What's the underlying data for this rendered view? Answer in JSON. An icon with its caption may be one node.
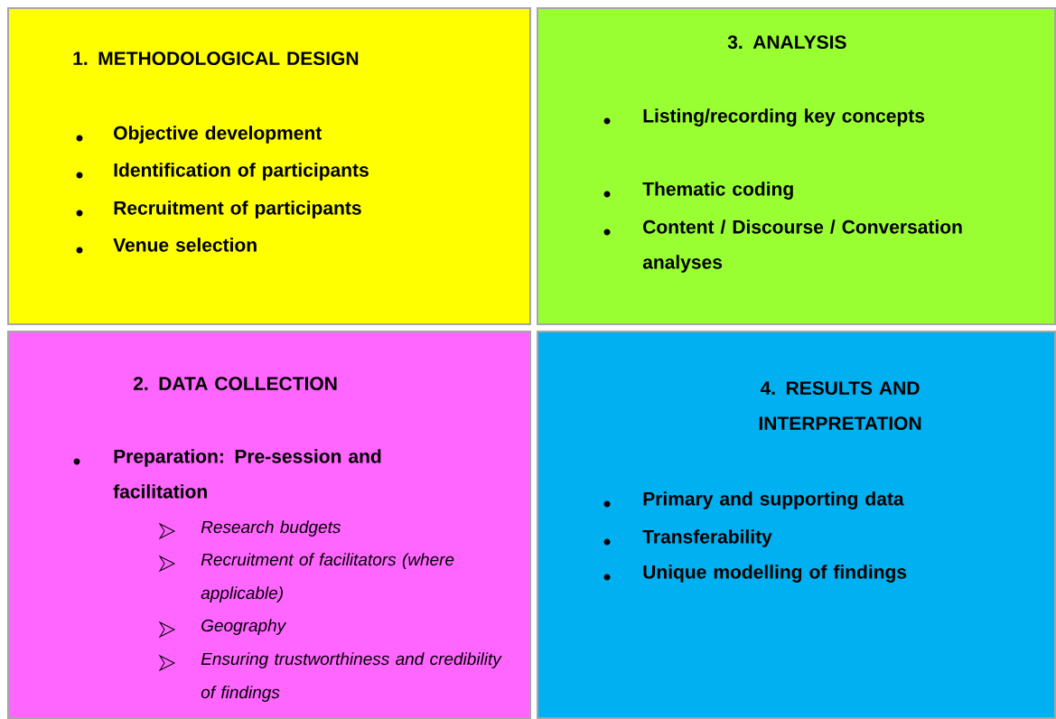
{
  "diagram": {
    "nodes": [
      {
        "text": [
          "1. METHODOLOGICAL DESIGN",
          "Objective development",
          "Identification of participants",
          "Recruitment of participants",
          "Venue selection"
        ]
      },
      {
        "text": [
          "3. ANALYSIS",
          "Listing/recording key concepts",
          "Thematic coding",
          "Content / Discourse / Conversation analyses"
        ]
      },
      {
        "text": [
          "2. DATA COLLECTION",
          "Preparation: Pre-session and facilitation",
          "Research budgets",
          "Recruitment of facilitators (where applicable)",
          "Geography",
          "Ensuring trustworthiness and credibility of findings"
        ]
      },
      {
        "text": [
          "4. RESULTS AND INTERPRETATION",
          "Primary and supporting data",
          "Transferability",
          "Unique modelling of findings"
        ]
      }
    ]
  }
}
